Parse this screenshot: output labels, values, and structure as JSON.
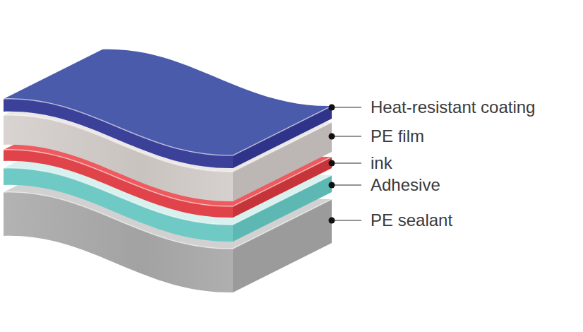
{
  "diagram": {
    "labels": [
      "Heat-resistant coating",
      "PE film",
      "ink",
      "Adhesive",
      "PE sealant"
    ]
  }
}
